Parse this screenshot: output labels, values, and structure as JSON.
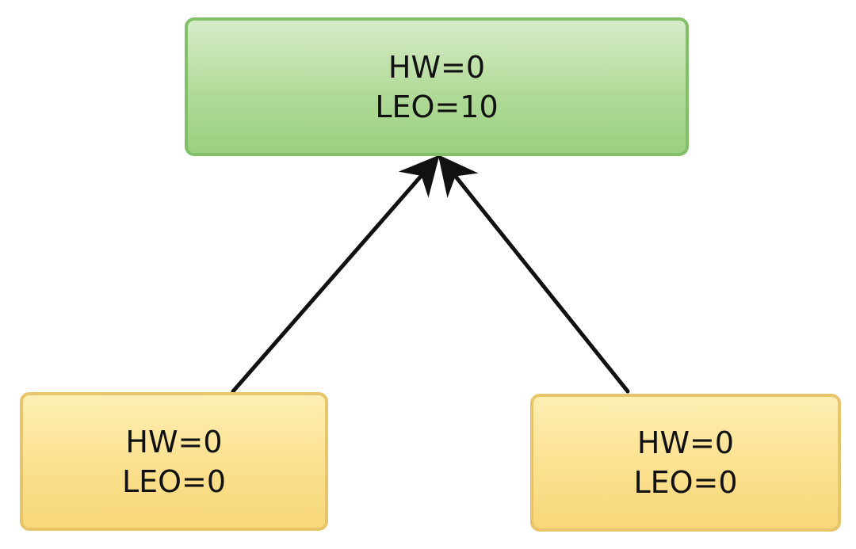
{
  "diagram": {
    "leader": {
      "hw": "HW=0",
      "leo": "LEO=10",
      "fill": "#b1da98",
      "stroke": "#82bf69"
    },
    "followers": [
      {
        "hw": "HW=0",
        "leo": "LEO=0",
        "fill": "#fbe08e",
        "stroke": "#e8c46a"
      },
      {
        "hw": "HW=0",
        "leo": "LEO=0",
        "fill": "#fbe08e",
        "stroke": "#e8c46a"
      }
    ],
    "edges": [
      {
        "from": "follower-1",
        "to": "leader"
      },
      {
        "from": "follower-2",
        "to": "leader"
      }
    ]
  }
}
